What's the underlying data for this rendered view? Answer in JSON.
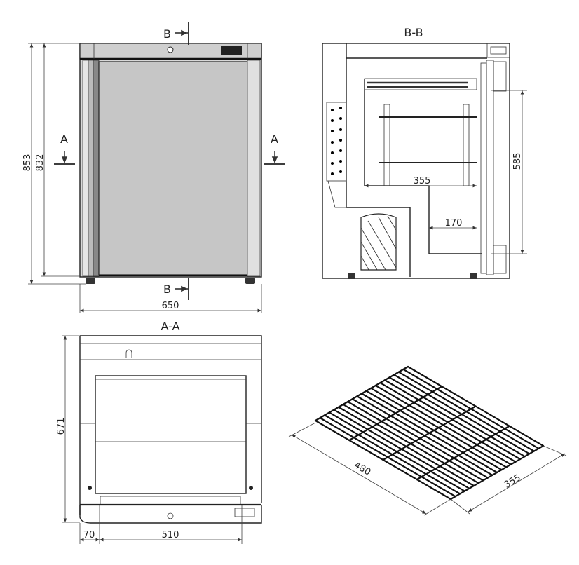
{
  "views": {
    "front": {
      "section_b_label": "B",
      "section_a_label": "A",
      "dim_height_total": "853",
      "dim_height_body": "832",
      "dim_width": "650"
    },
    "section_bb": {
      "title": "B-B",
      "dim_shelf_depth": "355",
      "dim_step_depth": "170",
      "dim_inner_height": "585"
    },
    "section_aa": {
      "title": "A-A",
      "dim_depth": "671",
      "dim_offset": "70",
      "dim_inner_width": "510"
    },
    "shelf": {
      "dim_length": "480",
      "dim_width": "355"
    }
  },
  "colors": {
    "door_fill": "#c6c6c6",
    "line": "#222222"
  }
}
